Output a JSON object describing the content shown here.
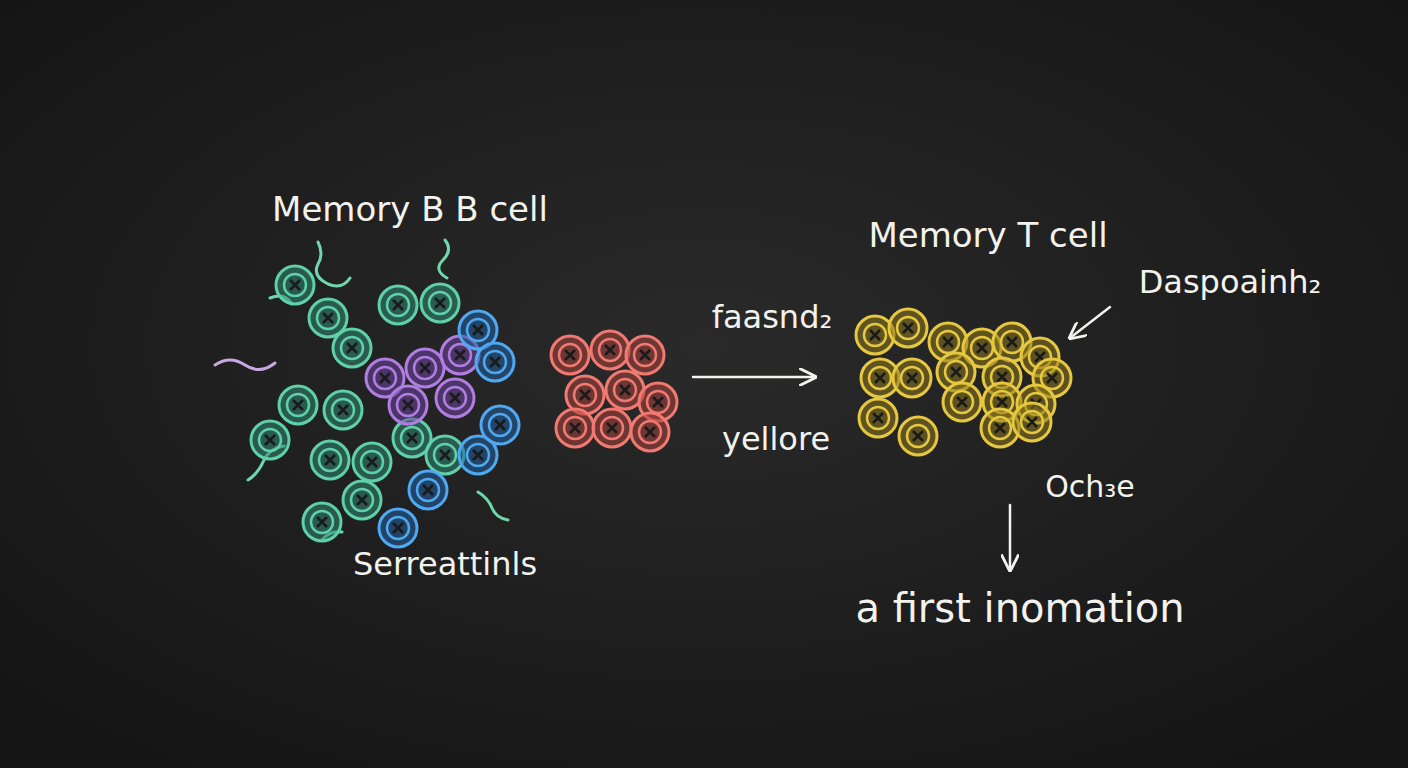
{
  "diagram": {
    "labels": [
      "Memory B B cell",
      "Serreattinls",
      "Memory T cell",
      "faasnd₂",
      "yellore",
      "Daspoainh₂",
      "Och₃e",
      "a first inomation"
    ]
  }
}
